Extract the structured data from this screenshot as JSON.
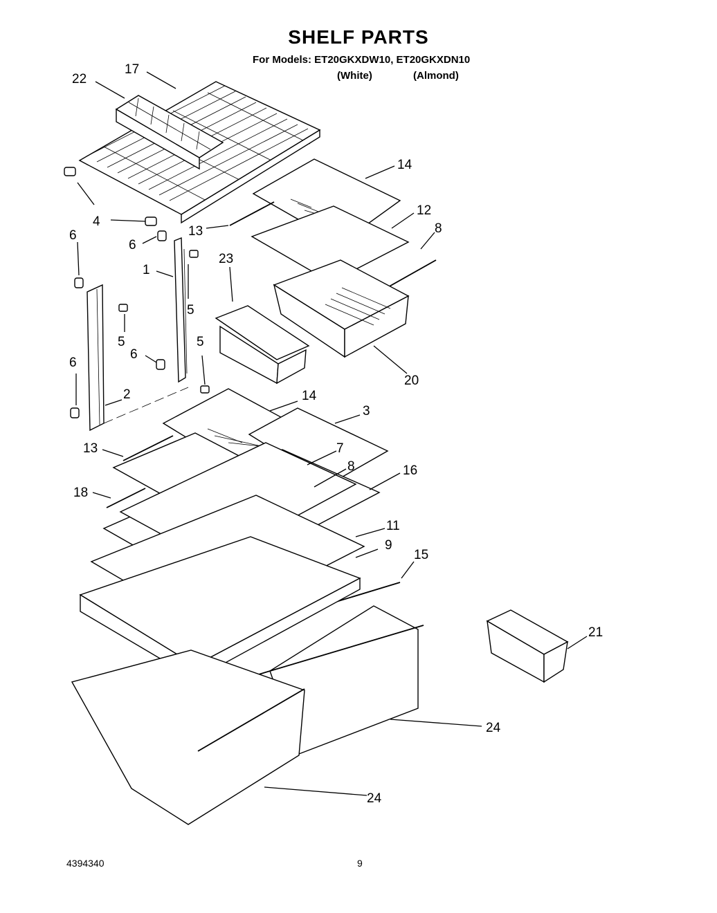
{
  "header": {
    "title": "SHELF PARTS",
    "models_line": "For Models: ET20GKXDW10, ET20GKXDN10",
    "variant_white": "(White)",
    "variant_almond": "(Almond)"
  },
  "callouts": {
    "c22": "22",
    "c17": "17",
    "c14a": "14",
    "c4": "4",
    "c12": "12",
    "c8a": "8",
    "c13a": "13",
    "c6a": "6",
    "c6b": "6",
    "c1": "1",
    "c23": "23",
    "c5a": "5",
    "c5b": "5",
    "c6c": "6",
    "c5c": "5",
    "c20": "20",
    "c6d": "6",
    "c2": "2",
    "c14b": "14",
    "c3": "3",
    "c13b": "13",
    "c7": "7",
    "c8b": "8",
    "c16": "16",
    "c18": "18",
    "c11": "11",
    "c9": "9",
    "c15": "15",
    "c21": "21",
    "c24a": "24",
    "c24b": "24"
  },
  "footer": {
    "doc_number": "4394340",
    "page_number": "9"
  }
}
